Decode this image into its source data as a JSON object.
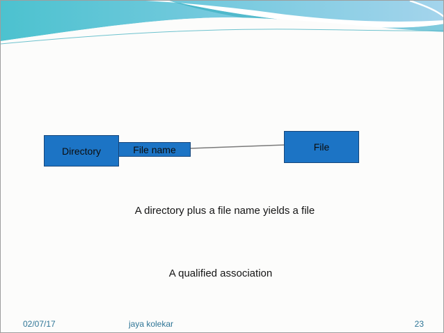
{
  "slide": {
    "diagram": {
      "directory_box_label": "Directory",
      "qualifier_box_label": "File name",
      "file_box_label": "File"
    },
    "captions": {
      "yield_text": "A directory plus a file name yields a file",
      "title_text": "A qualified association"
    },
    "footer": {
      "date": "02/07/17",
      "author": "jaya kolekar",
      "page_number": "23"
    },
    "colors": {
      "box_fill": "#1c74c5",
      "box_border": "#15457a",
      "footer_text": "#2e7596",
      "wave_teal": "#4cc2cf",
      "wave_light_blue": "#a4d4ec",
      "connector_line": "#7a7a7a"
    }
  }
}
